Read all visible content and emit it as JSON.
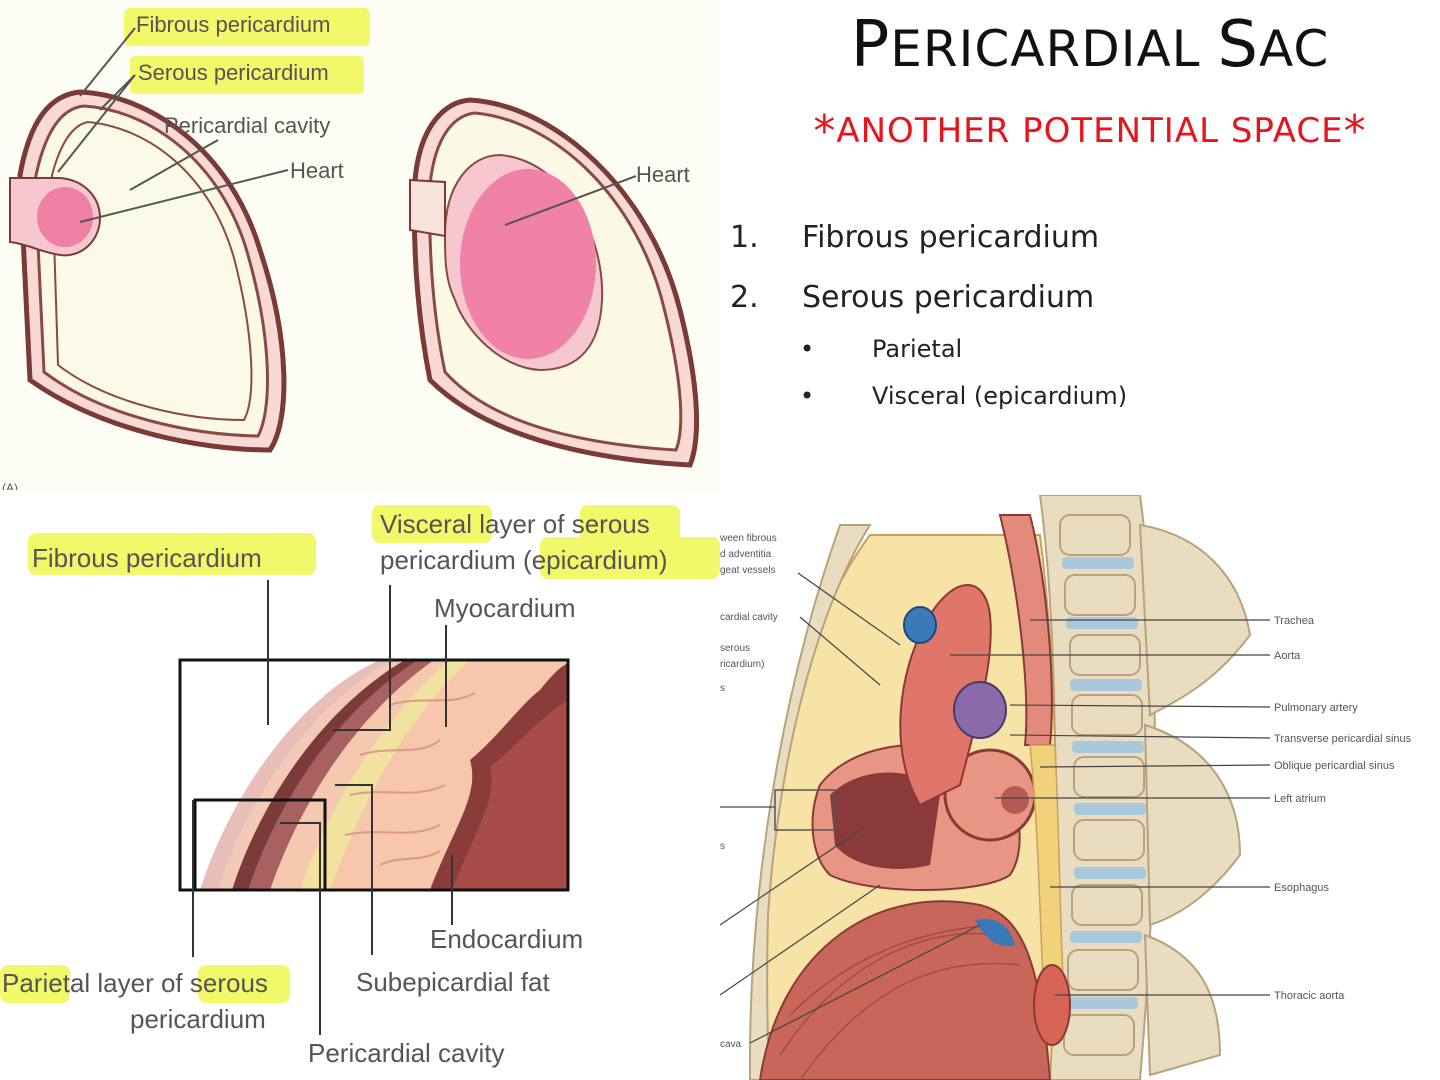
{
  "title": {
    "first": "P",
    "rest1": "ERICARDIAL ",
    "second": "S",
    "rest2": "AC"
  },
  "subtitle": {
    "star": "*",
    "text": "ANOTHER POTENTIAL SPACE"
  },
  "layers": [
    {
      "num": "1.",
      "text": "Fibrous pericardium"
    },
    {
      "num": "2.",
      "text": "Serous pericardium"
    }
  ],
  "serous_layers": [
    {
      "bullet": "•",
      "text": "Parietal"
    },
    {
      "bullet": "•",
      "text": "Visceral (epicardium)"
    }
  ],
  "diagram_a": {
    "fibrous": "Fibrous pericardium",
    "serous": "Serous pericardium",
    "cavity": "Pericardial cavity",
    "heart": "Heart",
    "heart_b": "Heart",
    "stray": "(A)"
  },
  "diagram_c": {
    "fibrous": "Fibrous pericardium",
    "visceral_line1": "Visceral layer of serous",
    "visceral_line2": "pericardium (epicardium)",
    "myocardium": "Myocardium",
    "endocardium": "Endocardium",
    "subepicardial": "Subepicardial fat",
    "parietal_line1": "Parietal layer of serous",
    "parietal_line2": "pericardium",
    "cavity": "Pericardial cavity"
  },
  "diagram_d": {
    "left_labels": [
      "ween fibrous",
      "d adventitia",
      "geat vessels",
      "cardial cavity",
      "serous",
      "ricardium)",
      "s",
      "s",
      "cava"
    ],
    "right_labels": [
      "Trachea",
      "Aorta",
      "Pulmonary artery",
      "Transverse pericardial sinus",
      "Oblique pericardial sinus",
      "Left atrium",
      "Esophagus",
      "Thoracic aorta"
    ]
  },
  "colors": {
    "highlight": "#f3f76a",
    "accent_red": "#e8131b",
    "heart_pink": "#f07aa0"
  }
}
